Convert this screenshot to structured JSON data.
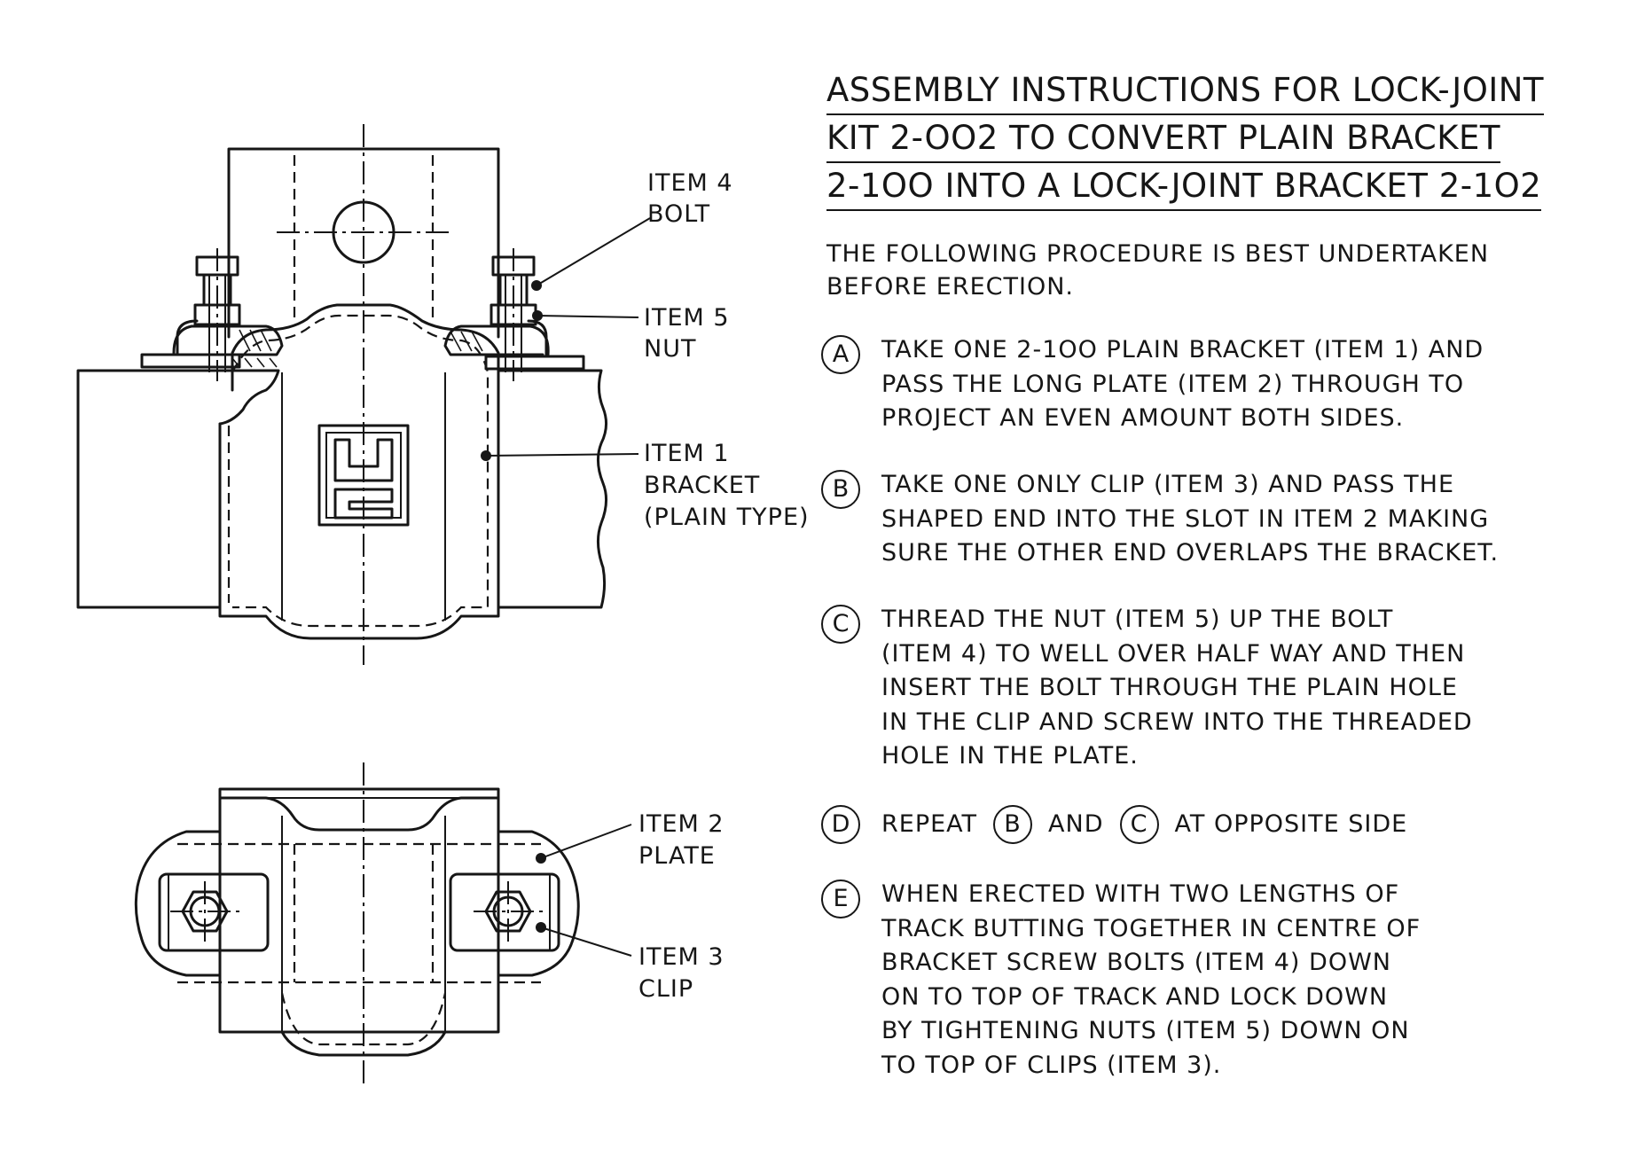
{
  "title": {
    "lines": [
      "ASSEMBLY INSTRUCTIONS FOR LOCK-JOINT",
      "KIT 2-OO2 TO CONVERT PLAIN BRACKET",
      "2-1OO INTO A LOCK-JOINT BRACKET 2-1O2"
    ]
  },
  "intro": "THE FOLLOWING PROCEDURE IS BEST UNDERTAKEN\nBEFORE ERECTION.",
  "steps": [
    {
      "marker": "A",
      "text": "TAKE ONE 2-1OO PLAIN BRACKET (ITEM 1) AND\nPASS THE LONG PLATE (ITEM 2) THROUGH TO\nPROJECT AN EVEN AMOUNT BOTH SIDES."
    },
    {
      "marker": "B",
      "text": "TAKE ONE ONLY CLIP (ITEM 3) AND PASS THE\nSHAPED END INTO THE SLOT IN ITEM 2 MAKING\nSURE THE OTHER END OVERLAPS THE BRACKET."
    },
    {
      "marker": "C",
      "text": "THREAD THE NUT (ITEM 5) UP THE BOLT\n(ITEM 4) TO WELL OVER HALF WAY AND THEN\nINSERT THE BOLT THROUGH THE PLAIN HOLE\nIN THE CLIP AND SCREW INTO THE THREADED\nHOLE IN THE PLATE."
    },
    {
      "marker": "D",
      "text_start": "REPEAT",
      "ref_1": "B",
      "text_mid": "AND",
      "ref_2": "C",
      "text_end": "AT OPPOSITE SIDE"
    },
    {
      "marker": "E",
      "text": "WHEN ERECTED WITH TWO LENGTHS OF\nTRACK BUTTING TOGETHER IN CENTRE OF\nBRACKET SCREW BOLTS (ITEM 4) DOWN\nON TO TOP OF TRACK AND LOCK DOWN\nBY TIGHTENING NUTS (ITEM 5) DOWN ON\nTO TOP OF CLIPS (ITEM 3)."
    }
  ],
  "callouts": {
    "item4": [
      "ITEM 4",
      "BOLT"
    ],
    "item5": [
      "ITEM 5",
      "NUT"
    ],
    "item1": [
      "ITEM 1",
      "BRACKET",
      "(PLAIN TYPE)"
    ],
    "item2": [
      "ITEM 2",
      "PLATE"
    ],
    "item3": [
      "ITEM 3",
      "CLIP"
    ]
  },
  "logo_text": "HC"
}
